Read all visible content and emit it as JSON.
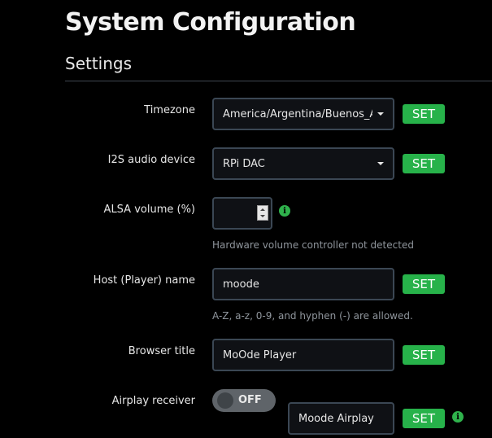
{
  "page": {
    "title": "System Configuration",
    "section": "Settings"
  },
  "colors": {
    "accent_green": "#27b24a",
    "field_border": "#3b4754",
    "background": "#000000"
  },
  "rows": {
    "timezone": {
      "label": "Timezone",
      "value": "America/Argentina/Buenos_A",
      "button": "SET"
    },
    "i2s": {
      "label": "I2S audio device",
      "value": "RPi DAC",
      "button": "SET"
    },
    "alsa": {
      "label": "ALSA volume (%)",
      "value": "",
      "help": "Hardware volume controller not detected",
      "info_icon": "info-icon"
    },
    "host": {
      "label": "Host (Player) name",
      "value": "moode",
      "button": "SET",
      "help": "A-Z, a-z, 0-9, and hyphen (-) are allowed."
    },
    "browser": {
      "label": "Browser title",
      "value": "MoOde Player",
      "button": "SET"
    },
    "airplay": {
      "label": "Airplay receiver",
      "toggle": "OFF",
      "toggle_on": false,
      "value": "Moode Airplay",
      "button": "SET",
      "info_icon": "info-icon"
    }
  }
}
